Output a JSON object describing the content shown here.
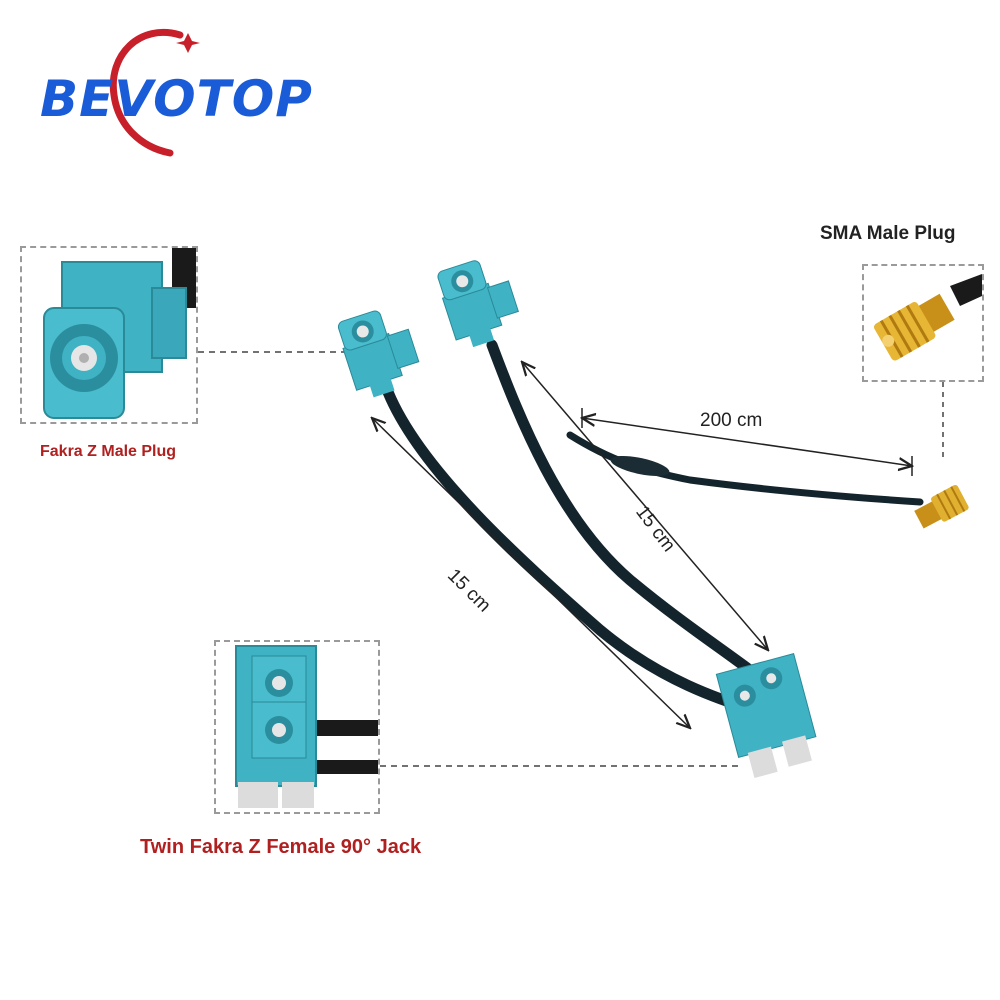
{
  "brand": {
    "logo_text": "BEVOTOP",
    "color": "#1a5bd8",
    "swoosh_color": "#c8202a"
  },
  "product": {
    "fakra_male_label": "Fakra Z Male Plug",
    "sma_male_label": "SMA Male Plug",
    "twin_female_label": "Twin Fakra Z Female 90° Jack",
    "length_left": "15 cm",
    "length_right": "15 cm",
    "length_sma": "200 cm",
    "connector_color": "#3fb2c4",
    "cable_color": "#14242c",
    "sma_color": "#d9a520"
  }
}
